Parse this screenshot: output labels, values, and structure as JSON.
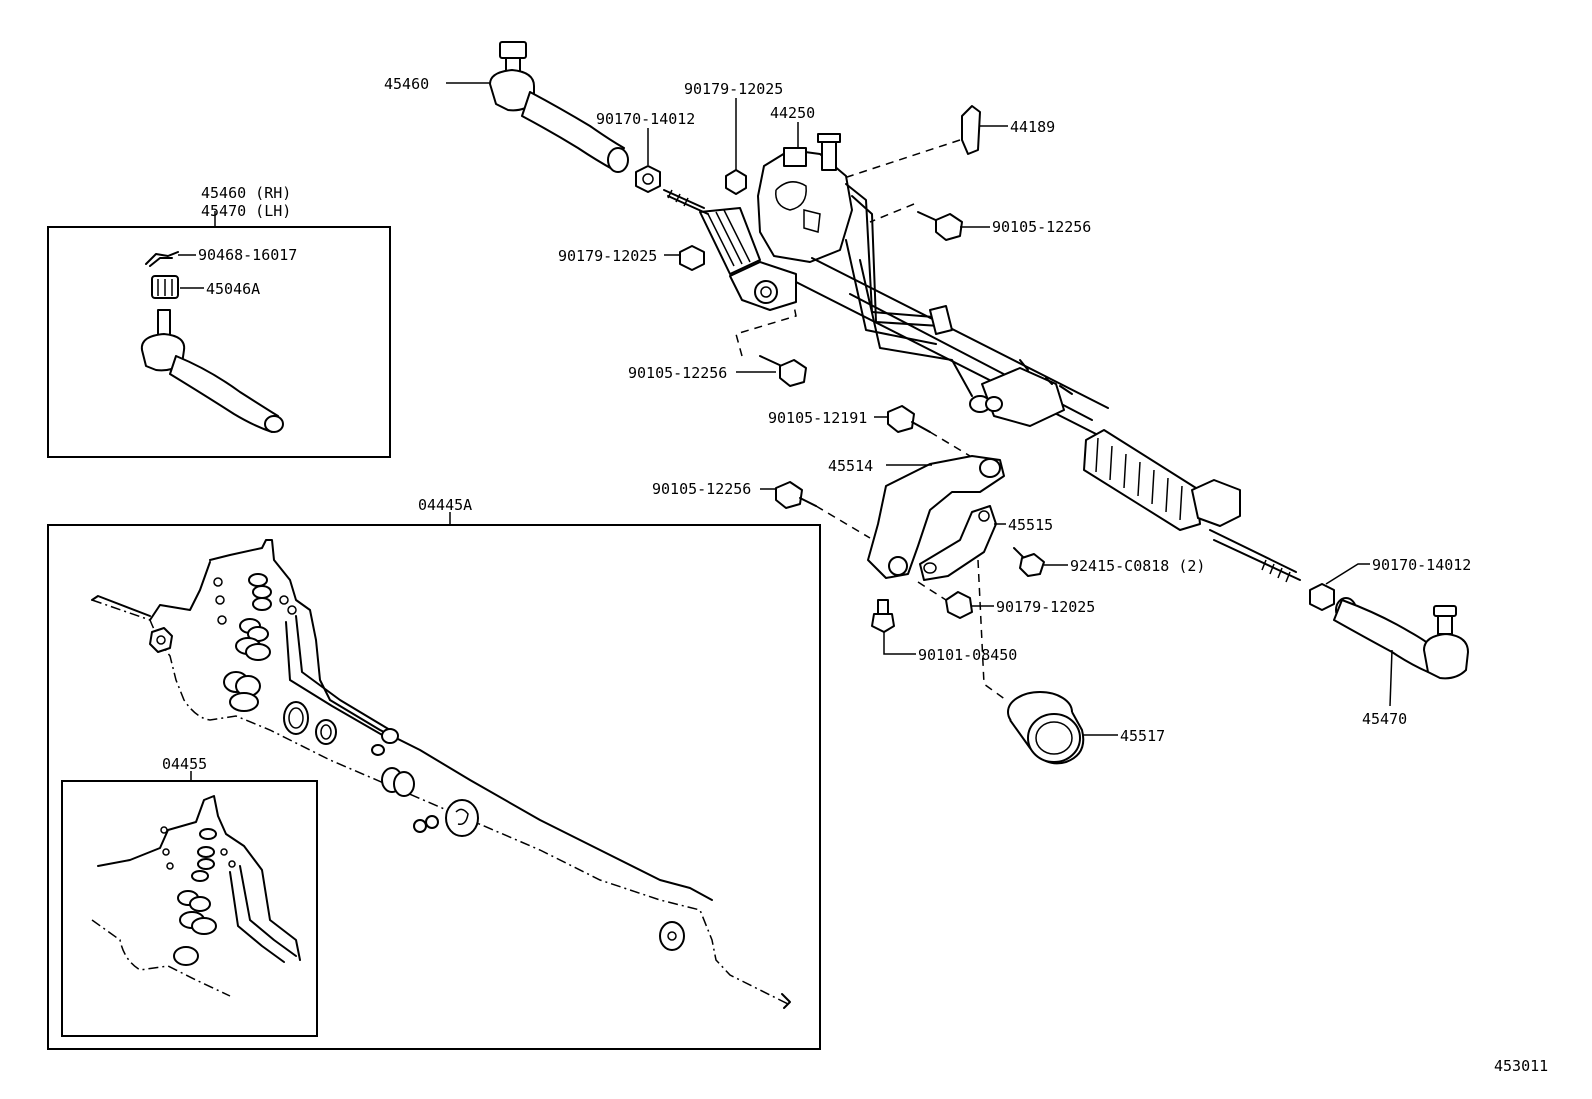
{
  "labels": {
    "tie_rod_end_top": "45460",
    "nut_top": "90170-14012",
    "nut_top_bracket": "90179-12025",
    "gear_assy": "44250",
    "bracket_44189": "44189",
    "bolt_upper_right": "90105-12256",
    "nut_left_mount": "90179-12025",
    "bolt_left_mount": "90105-12256",
    "bolt_bracket_upper": "90105-12191",
    "bracket_45514": "45514",
    "bolt_bracket_left": "90105-12256",
    "clamp_45515": "45515",
    "bolt_92415": "92415-C0818 (2)",
    "nut_clamp": "90179-12025",
    "bolt_90101": "90101-08450",
    "grommet_45517": "45517",
    "nut_right": "90170-14012",
    "tie_rod_end_right": "45470",
    "gasket_kit": "04445A",
    "inner_kit": "04455",
    "figure_id": "453011"
  },
  "inset_tie_rod": {
    "title_rh": "45460 (RH)",
    "title_lh": "45470 (LH)",
    "cotter_pin": "90468-16017",
    "castle_nut": "45046A"
  }
}
